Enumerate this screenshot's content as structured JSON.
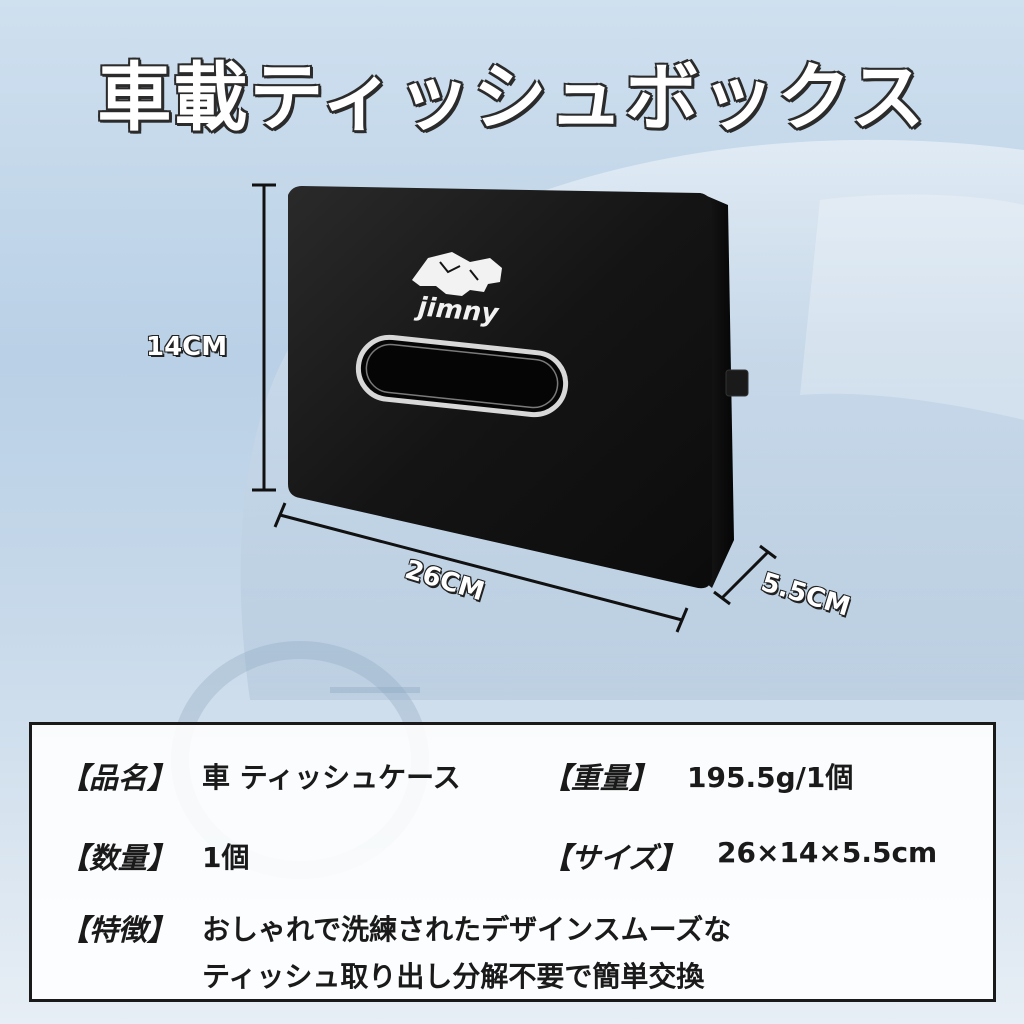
{
  "title": "車載ティッシュボックス",
  "product": {
    "brand_logo_text": "jimny",
    "logo_icon": "rhino-icon"
  },
  "dimensions": {
    "height": "14CM",
    "width": "26CM",
    "depth": "5.5CM"
  },
  "specs": {
    "name_label": "【品名】",
    "name_value": "車 ティッシュケース",
    "weight_label": "【重量】",
    "weight_value": "195.5g/1個",
    "quantity_label": "【数量】",
    "quantity_value": "1個",
    "size_label": "【サイズ】",
    "size_value": "26×14×5.5cm",
    "feature_label": "【特徴】",
    "feature_line1": "おしゃれで洗練されたデザインスムーズな",
    "feature_line2": "ティッシュ取り出し分解不要で簡単交換"
  },
  "colors": {
    "box": "#141414",
    "accent_chrome": "#d8d8d8"
  }
}
